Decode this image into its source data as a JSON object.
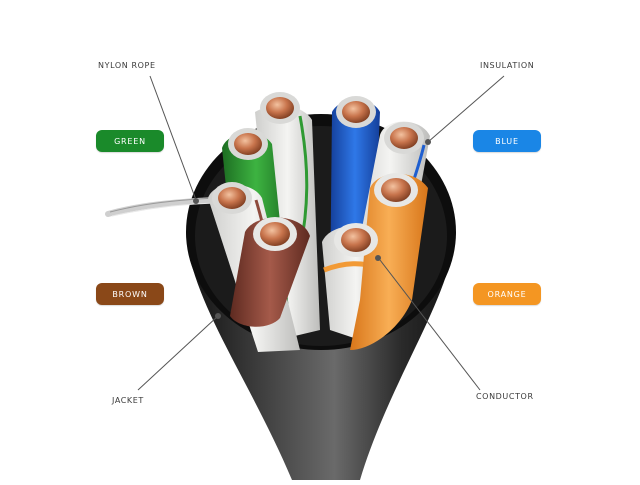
{
  "labels": {
    "nylon_rope": "NYLON ROPE",
    "insulation": "INSULATION",
    "jacket": "JACKET",
    "conductor": "CONDUCTOR"
  },
  "color_tags": {
    "green": {
      "text": "GREEN",
      "color": "#1a8a2a"
    },
    "brown": {
      "text": "BROWN",
      "color": "#8a4818"
    },
    "blue": {
      "text": "BLUE",
      "color": "#1a86e6"
    },
    "orange": {
      "text": "ORANGE",
      "color": "#f49622"
    }
  },
  "colors": {
    "jacket": "#2a2a2a",
    "insulation_white": "#e8e8e6",
    "copper": "#c8744c",
    "green_wire": "#2f9a33",
    "blue_wire": "#1f5fd0",
    "orange_wire": "#f29a35",
    "brown_wire": "#8e4a3c",
    "callout_line": "#555555"
  }
}
